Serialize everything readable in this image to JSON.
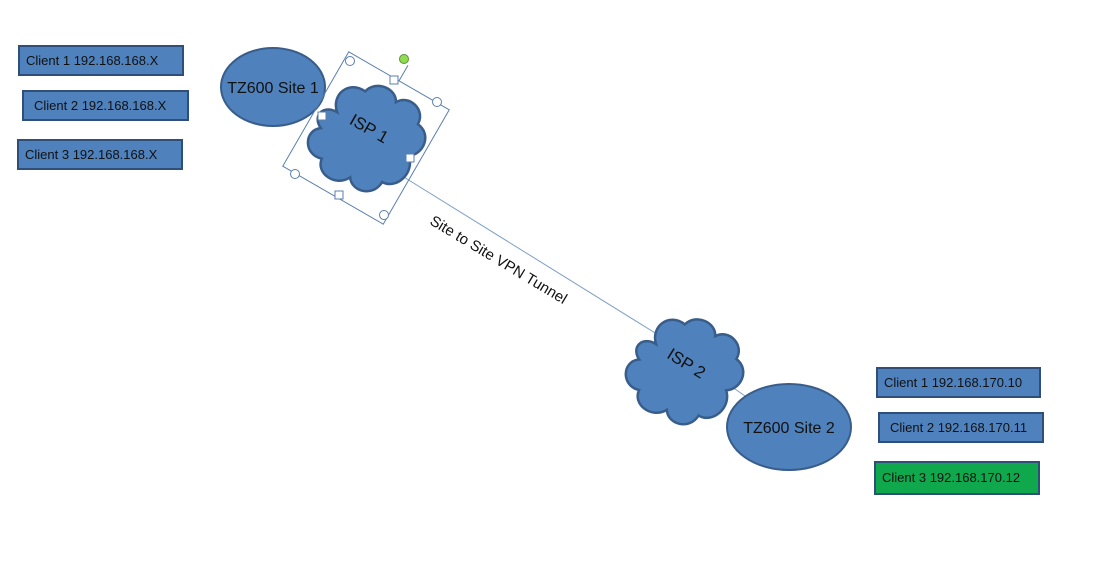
{
  "colors": {
    "shape_fill": "#4f81bd",
    "shape_stroke": "#385d8a",
    "highlight_fill": "#0fa84c",
    "line": "#7f9fc7",
    "selection": "#5b7fae",
    "rotate_handle": "#8fdd4f"
  },
  "site1": {
    "router_label": "TZ600 Site 1",
    "isp_label": "ISP 1",
    "clients": [
      {
        "label": "Client 1 192.168.168.X",
        "highlight": false
      },
      {
        "label": "Client 2 192.168.168.X",
        "highlight": false
      },
      {
        "label": "Client 3 192.168.168.X",
        "highlight": false
      }
    ]
  },
  "site2": {
    "router_label": "TZ600 Site 2",
    "isp_label": "ISP 2",
    "clients": [
      {
        "label": "Client 1 192.168.170.10",
        "highlight": false
      },
      {
        "label": "Client 2 192.168.170.11",
        "highlight": false
      },
      {
        "label": "Client 3 192.168.170.12",
        "highlight": true
      }
    ]
  },
  "tunnel_label": "Site to Site VPN Tunnel"
}
